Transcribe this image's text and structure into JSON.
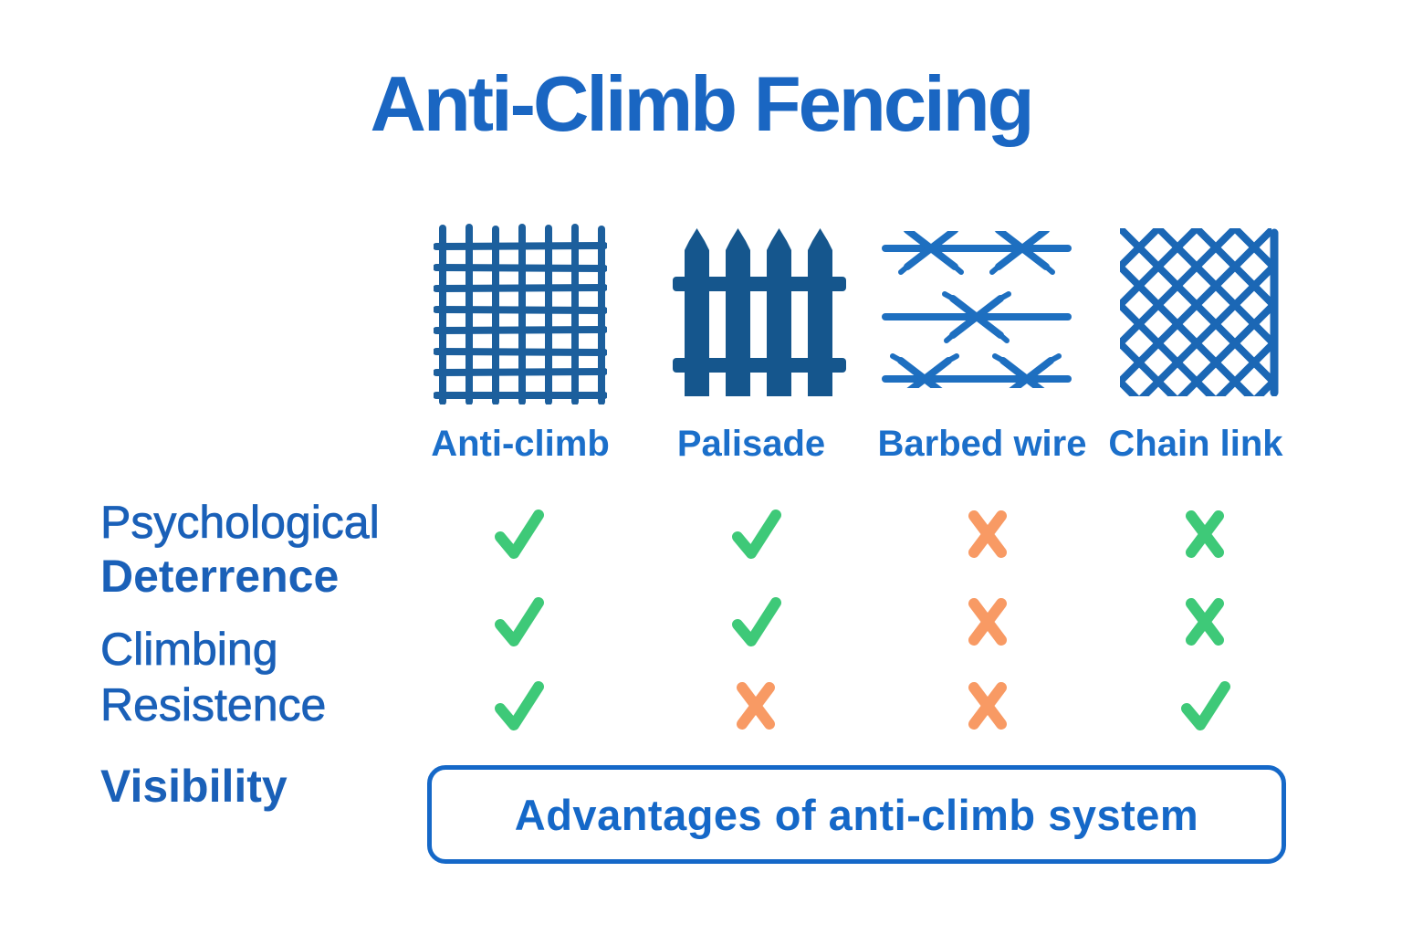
{
  "title": "Anti-Climb Fencing",
  "columns": [
    {
      "label": "Anti-climb",
      "icon": "anti-climb-mesh-icon"
    },
    {
      "label": "Palisade",
      "icon": "palisade-fence-icon"
    },
    {
      "label": "Barbed wire",
      "icon": "barbed-wire-icon"
    },
    {
      "label": "Chain link",
      "icon": "chain-link-fence-icon"
    }
  ],
  "row_labels": [
    "Psychological",
    "Deterrence",
    "Climbing",
    "Resistence",
    "Visibility"
  ],
  "matrix": {
    "cells": [
      [
        {
          "symbol": "check",
          "color": "green"
        },
        {
          "symbol": "check",
          "color": "green"
        },
        {
          "symbol": "cross",
          "color": "orange"
        },
        {
          "symbol": "cross",
          "color": "green"
        }
      ],
      [
        {
          "symbol": "check",
          "color": "green"
        },
        {
          "symbol": "check",
          "color": "green"
        },
        {
          "symbol": "cross",
          "color": "orange"
        },
        {
          "symbol": "cross",
          "color": "green"
        }
      ],
      [
        {
          "symbol": "check",
          "color": "green"
        },
        {
          "symbol": "cross",
          "color": "orange"
        },
        {
          "symbol": "cross",
          "color": "orange"
        },
        {
          "symbol": "check",
          "color": "green"
        }
      ]
    ]
  },
  "footer_box": {
    "label": "Advantages of anti-climb system"
  },
  "colors": {
    "green": "#3ec978",
    "orange": "#f89a64",
    "title_blue": "#1a66c2",
    "column_label_blue": "#1b6fca",
    "row_label_blue": "#1a60b8",
    "box_blue": "#1568c8",
    "mesh_blue": "#1c5f9d",
    "palisade_blue": "#15568d",
    "barbed_blue": "#1e6fc0",
    "chain_blue": "#1b67b5"
  }
}
